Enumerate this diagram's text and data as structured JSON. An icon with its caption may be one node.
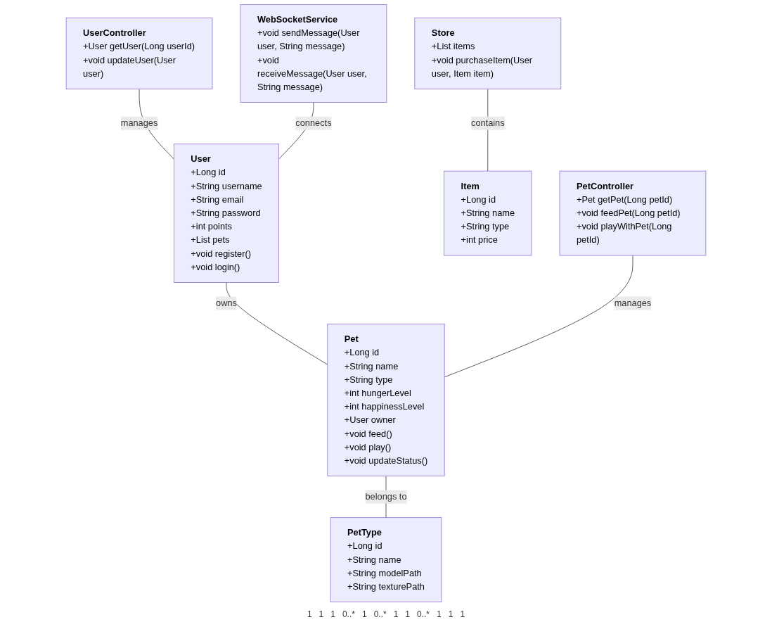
{
  "diagram": {
    "nodes": [
      {
        "text": [
          "UserController",
          "+User getUser(Long userId)",
          "+void updateUser(User user)"
        ]
      },
      {
        "text": [
          "WebSocketService",
          "+void sendMessage(User user, String message)",
          "+void receiveMessage(User user, String message)"
        ]
      },
      {
        "text": [
          "Store",
          "+List items",
          "+void purchaseItem(User user, Item item)"
        ]
      },
      {
        "text": [
          "User",
          "+Long id",
          "+String username",
          "+String email",
          "+String password",
          "+int points",
          "+List pets",
          "+void register()",
          "+void login()"
        ]
      },
      {
        "text": [
          "Item",
          "+Long id",
          "+String name",
          "+String type",
          "+int price"
        ]
      },
      {
        "text": [
          "PetController",
          "+Pet getPet(Long petId)",
          "+void feedPet(Long petId)",
          "+void playWithPet(Long petId)"
        ]
      },
      {
        "text": [
          "Pet",
          "+Long id",
          "+String name",
          "+String type",
          "+int hungerLevel",
          "+int happinessLevel",
          "+User owner",
          "+void feed()",
          "+void play()",
          "+void updateStatus()"
        ]
      },
      {
        "text": [
          "PetType",
          "+Long id",
          "+String name",
          "+String modelPath",
          "+String texturePath"
        ]
      }
    ],
    "edges": [
      {
        "from": 0,
        "to": 3,
        "arrow": "none",
        "label": "manages"
      },
      {
        "from": 1,
        "to": 3,
        "arrow": "none",
        "label": "connects"
      },
      {
        "from": 2,
        "to": 4,
        "arrow": "none",
        "label": "contains"
      },
      {
        "from": 3,
        "to": 6,
        "arrow": "none",
        "label": "owns"
      },
      {
        "from": 5,
        "to": 6,
        "arrow": "none",
        "label": "manages"
      },
      {
        "from": 6,
        "to": 7,
        "arrow": "none",
        "label": "belongs to"
      }
    ],
    "labels": [
      "1",
      "1",
      "1",
      "0..*",
      "1",
      "0..*",
      "1",
      "1",
      "0..*",
      "1",
      "1",
      "1"
    ]
  }
}
